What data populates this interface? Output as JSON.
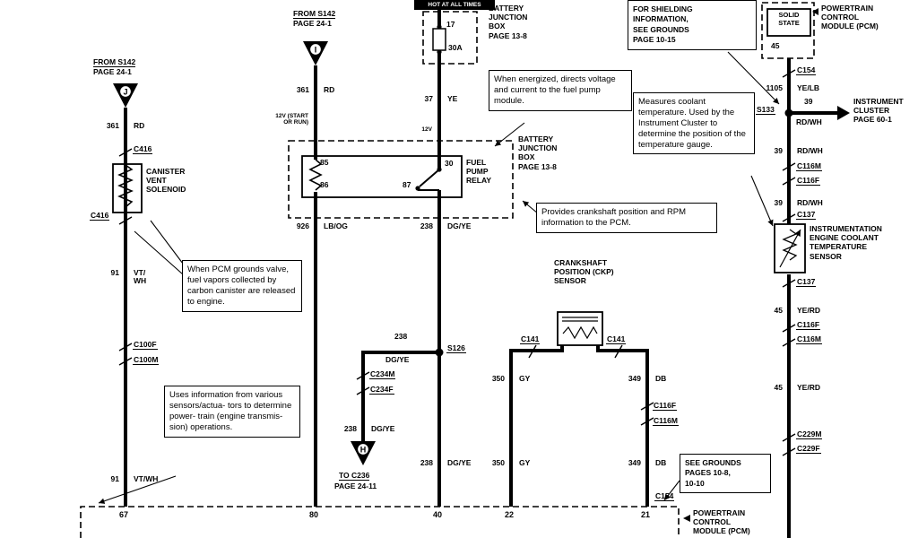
{
  "banner": "HOT AT ALL TIMES",
  "nav": {
    "s142_left_1": "FROM S142",
    "s142_left_2": "PAGE 24-1",
    "s142_mid_1": "FROM S142",
    "s142_mid_2": "PAGE 24-1",
    "arrow_j": "J",
    "arrow_i": "I",
    "arrow_h": "H",
    "to_c236_1": "TO C236",
    "to_c236_2": "PAGE 24-11",
    "instrument_cluster": "INSTRUMENT\nCLUSTER\nPAGE 60-1"
  },
  "components": {
    "canister": "CANISTER\nVENT\nSOLENOID",
    "fuel_pump_relay": "FUEL\nPUMP\nRELAY",
    "bjb_top": "BATTERY\nJUNCTION\nBOX\nPAGE 13-8",
    "bjb_relay": "BATTERY\nJUNCTION\nBOX\nPAGE 13-8",
    "ckp": "CRANKSHAFT\nPOSITION (CKP)\nSENSOR",
    "coolant": "INSTRUMENTATION\nENGINE COOLANT\nTEMPERATURE\nSENSOR",
    "solid_state": "SOLID\nSTATE",
    "pcm_top": "POWERTRAIN\nCONTROL\nMODULE (PCM)",
    "pcm_bottom": "POWERTRAIN\nCONTROL\nMODULE (PCM)"
  },
  "fuse": {
    "pin": "17",
    "amps": "30A"
  },
  "relay": {
    "p85": "85",
    "p86": "86",
    "p87": "87",
    "p30": "30"
  },
  "power": {
    "start_run": "12V (START\nOR RUN)",
    "v12": "12V"
  },
  "pins": {
    "p67": "67",
    "p80": "80",
    "p40": "40",
    "p22": "22",
    "p21": "21",
    "p45": "45"
  },
  "splices": {
    "s126": "S126",
    "s133": "S133"
  },
  "connectors": {
    "c416a": "C416",
    "c416b": "C416",
    "c100f": "C100F",
    "c100m": "C100M",
    "c234m": "C234M",
    "c234f": "C234F",
    "c141l": "C141",
    "c141r": "C141",
    "c116f_a": "C116F",
    "c116m_a": "C116M",
    "c154a": "C154",
    "c154b": "C154",
    "c116m_b": "C116M",
    "c116f_b": "C116F",
    "c137a": "C137",
    "c137b": "C137",
    "c116f_c": "C116F",
    "c116m_c": "C116M",
    "c229m": "C229M",
    "c229f": "C229F"
  },
  "wires": {
    "w361a": {
      "num": "361",
      "col": "RD"
    },
    "w361b": {
      "num": "361",
      "col": "RD"
    },
    "w37": {
      "num": "37",
      "col": "YE"
    },
    "w91a": {
      "num": "91",
      "col": "VT/\nWH"
    },
    "w91b": {
      "num": "91",
      "col": "VT/WH"
    },
    "w926": {
      "num": "926",
      "col": "LB/OG"
    },
    "w238a": {
      "num": "238",
      "col": "DG/YE"
    },
    "w238b": {
      "num": "238",
      "col": "DG/YE"
    },
    "w238c": {
      "num": "238",
      "col": "DG/YE"
    },
    "w238d": {
      "num": "238",
      "col": "DG/YE"
    },
    "w350a": {
      "num": "350",
      "col": "GY"
    },
    "w350b": {
      "num": "350",
      "col": "GY"
    },
    "w349a": {
      "num": "349",
      "col": "DB"
    },
    "w349b": {
      "num": "349",
      "col": "DB"
    },
    "w1105": {
      "num": "1105",
      "col": "YE/LB"
    },
    "w39a": {
      "num": "39",
      "col": "RD/WH"
    },
    "w39b": {
      "num": "39",
      "col": "RD/WH"
    },
    "w39c": {
      "num": "39",
      "col": "RD/WH"
    },
    "w45a": {
      "num": "45",
      "col": "YE/RD"
    },
    "w45b": {
      "num": "45",
      "col": "YE/RD"
    }
  },
  "callouts": {
    "energized": "When energized, directs voltage and current to the fuel pump module.",
    "pcm_grounds": "When PCM grounds valve, fuel vapors collected by carbon canister are released to engine.",
    "uses_info": "Uses information from various sensors/actua- tors to determine power- train (engine transmis- sion) operations.",
    "ckp_info": "Provides crankshaft position and RPM information to the PCM.",
    "coolant_info": "Measures coolant temperature. Used by the Instrument Cluster to determine the position of the temperature gauge.",
    "shielding": "FOR SHIELDING\nINFORMATION,\nSEE GROUNDS\nPAGE 10-15",
    "see_grounds": "SEE GROUNDS\nPAGES 10-8,\n10-10"
  }
}
